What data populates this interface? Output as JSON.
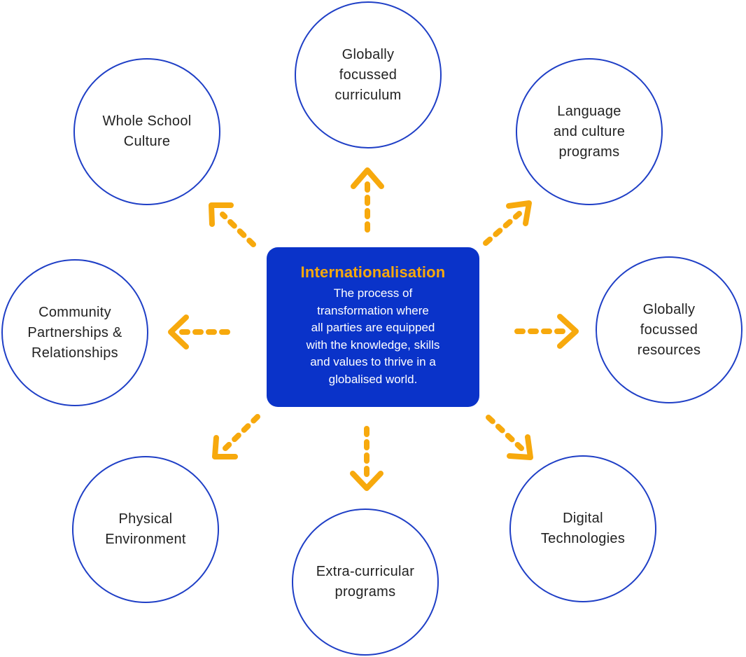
{
  "center": {
    "title": "Internationalisation",
    "description": "The process of\ntransformation where\nall parties are equipped\nwith the knowledge, skills\nand values to thrive in a\nglobalised world."
  },
  "nodes": [
    {
      "label": "Globally\nfocussed\ncurriculum"
    },
    {
      "label": "Language\nand culture\nprograms"
    },
    {
      "label": "Globally\nfocussed\nresources"
    },
    {
      "label": "Digital\nTechnologies"
    },
    {
      "label": "Extra-curricular\nprograms"
    },
    {
      "label": "Physical\nEnvironment"
    },
    {
      "label": "Community\nPartnerships &\nRelationships"
    },
    {
      "label": "Whole School\nCulture"
    }
  ],
  "colors": {
    "circle_border": "#1f3fc6",
    "center_fill": "#0a33c9",
    "accent": "#f7a90d"
  }
}
